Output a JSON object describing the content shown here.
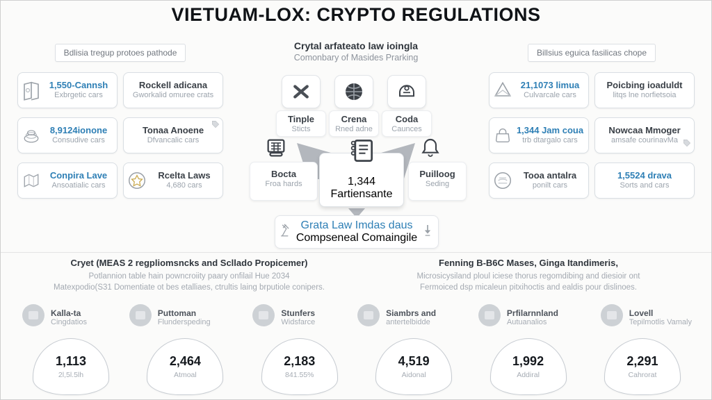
{
  "title": "VIETUAM-LOX: CRYPTO REGULATIONS",
  "colors": {
    "accent_blue": "#2e7fb5",
    "dark_text": "#3a4047",
    "gray_text": "#9ba3ac"
  },
  "left_panel": {
    "header": "Bdlisia tregup protoes pathode",
    "cards": [
      {
        "title": "1,550-Cannsh",
        "subtitle": "Exbrgetic cars",
        "accent": true,
        "icon": "book-icon"
      },
      {
        "title": "Rockell adicana",
        "subtitle": "Gworkalid omuree crats",
        "accent": false,
        "icon": ""
      },
      {
        "title": "8,9124ionone",
        "subtitle": "Consudive cars",
        "accent": true,
        "icon": "pile-icon"
      },
      {
        "title": "Tonaa Anoene",
        "subtitle": "Dfvancalic cars",
        "accent": false,
        "icon": "tag-icon"
      },
      {
        "title": "Conpira Lave",
        "subtitle": "Ansoatialic cars",
        "accent": true,
        "icon": "map-icon"
      },
      {
        "title": "Rcelta Laws",
        "subtitle": "4,680 cars",
        "accent": false,
        "icon": "emblem-icon"
      }
    ]
  },
  "center_panel": {
    "header": "Crytal arfateato law ioingla",
    "subheader": "Comonbary of Masides Prarking",
    "top_items": [
      {
        "label": "Tinple",
        "sublabel": "Sticts",
        "icon": "cross-icon"
      },
      {
        "label": "Crena",
        "sublabel": "Rned adne",
        "icon": "globe-icon"
      },
      {
        "label": "Coda",
        "sublabel": "Caunces",
        "icon": "helmet-icon"
      }
    ],
    "mid_items": [
      {
        "label": "Bocta",
        "sublabel": "Froa hards",
        "icon": "calculator-icon"
      },
      {
        "label": "1,344",
        "sublabel": "Fartiensante",
        "icon": "clipboard-icon"
      },
      {
        "label": "Puilloog",
        "sublabel": "Seding",
        "icon": "bell-icon"
      }
    ],
    "bottom_box": {
      "title": "Grata Law Imdas daus",
      "subtitle": "Compseneal Comaingile"
    }
  },
  "right_panel": {
    "header": "Billsius eguica fasilicas chope",
    "cards": [
      {
        "title": "21,1073 limua",
        "subtitle": "Culvarcale cars",
        "accent": true,
        "icon": "sail-icon"
      },
      {
        "title": "Poicbing ioaduldt",
        "subtitle": "litqs lne norfietsoia",
        "accent": false,
        "icon": ""
      },
      {
        "title": "1,344 Jam coua",
        "subtitle": "trb dtargalo cars",
        "accent": true,
        "icon": "bag-icon"
      },
      {
        "title": "Nowcaa Mmoger",
        "subtitle": "amsafe courinavMa",
        "accent": false,
        "icon": "tag-icon"
      },
      {
        "title": "Tooa antalra",
        "subtitle": "ponilt cars",
        "accent": false,
        "icon": "coin-icon"
      },
      {
        "title": "1,5524 drava",
        "subtitle": "Sorts and cars",
        "accent": true,
        "icon": ""
      }
    ]
  },
  "bottom": {
    "left_block": {
      "heading": "Cryet (MEAS 2 regpliomsncks and Scllado Propicemer)",
      "line1": "Potlannion table hain powncroiity paary onfilail Hue 2034",
      "line2": "Matexpodio(S31 Domentiate ot bes etalliaes, ctrultis laing brputiole conipers."
    },
    "right_block": {
      "heading": "Fenning B-B6C Mases, Ginga Itandimeris,",
      "line1": "Microsicysiland ploul iciese thorus regomdibing and diesioir ont",
      "line2": "Fermoiced dsp micaleun pitxihoctis and ealdis pour dislinoes."
    },
    "features": [
      {
        "label": "Kalla-ta",
        "sublabel": "Cingdatios",
        "icon": "circle-badge-icon"
      },
      {
        "label": "Puttoman",
        "sublabel": "Flunderspeding",
        "icon": "circle-badge-icon"
      },
      {
        "label": "Stunfers",
        "sublabel": "Widsfarce",
        "icon": "circle-badge-icon"
      },
      {
        "label": "Siambrs and",
        "sublabel": "antertelbidde",
        "icon": "circle-badge-icon"
      },
      {
        "label": "Prfilarnnland",
        "sublabel": "Autuanalios",
        "icon": "circle-badge-icon"
      },
      {
        "label": "Lovell",
        "sublabel": "Tepilmotlis Vamaly",
        "icon": "circle-badge-icon"
      }
    ],
    "stats": [
      {
        "value": "1,113",
        "label": "2l,5l.5lh"
      },
      {
        "value": "2,464",
        "label": "Atmoal"
      },
      {
        "value": "2,183",
        "label": "841.55%"
      },
      {
        "value": "4,519",
        "label": "Aidonal"
      },
      {
        "value": "1,992",
        "label": "Addiral"
      },
      {
        "value": "2,291",
        "label": "Cahrorat"
      }
    ]
  }
}
